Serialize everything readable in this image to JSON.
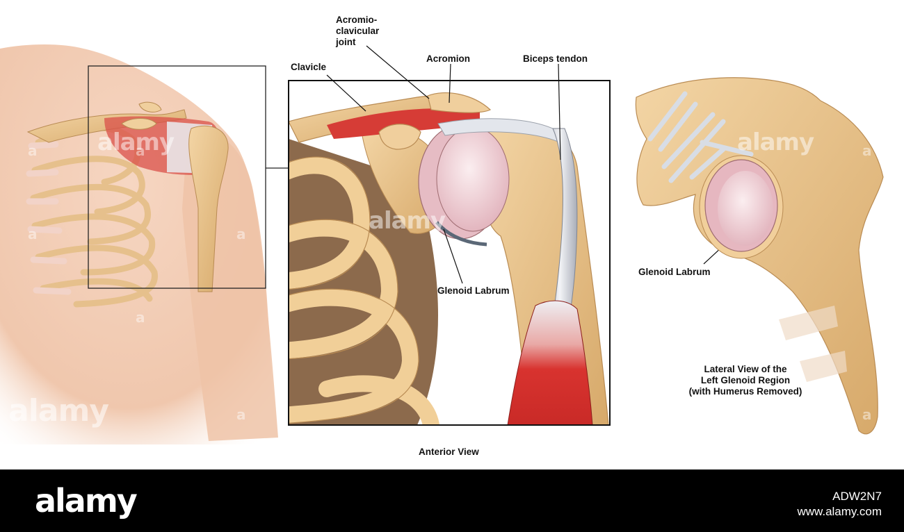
{
  "labels": {
    "ac_joint": "Acromio-\nclavicular\njoint",
    "acromion": "Acromion",
    "biceps_tendon": "Biceps tendon",
    "clavicle": "Clavicle",
    "glenoid_labrum_anterior": "Glenoid Labrum",
    "glenoid_labrum_lateral": "Glenoid Labrum",
    "anterior_view": "Anterior View",
    "lateral_view_caption": "Lateral View of the\nLeft Glenoid Region\n(with Humerus Removed)"
  },
  "watermark": {
    "brand": "alamy",
    "letter": "a"
  },
  "footer": {
    "brand": "alamy",
    "image_id": "ADW2N7",
    "site": "www.alamy.com"
  },
  "colors": {
    "bone": "#e8c48f",
    "bone_dark": "#c99b5e",
    "muscle": "#d53a35",
    "skin": "#f3cdb4",
    "cartilage": "#f0d6dc",
    "tendon": "#dfe3ea",
    "footer_bg": "#000000"
  }
}
